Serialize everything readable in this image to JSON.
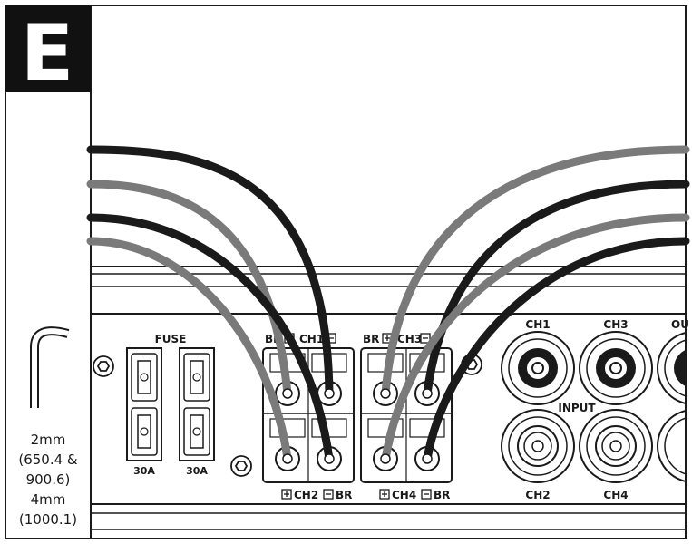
{
  "step": {
    "letter": "E"
  },
  "tool": {
    "icon": "hex-key-icon",
    "lines": [
      "2mm",
      "(650.4 &",
      "900.6)",
      "4mm",
      "(1000.1)"
    ]
  },
  "fuse": {
    "title": "FUSE",
    "ratings": [
      "30A",
      "30A"
    ]
  },
  "speaker_terminals": {
    "top_left": {
      "prefix": "BR",
      "channel": "CH1",
      "plus_icon": "plus-box-icon",
      "minus_icon": "minus-box-icon"
    },
    "top_right": {
      "prefix": "BR",
      "channel": "CH3",
      "plus_icon": "plus-box-icon",
      "minus_icon": "minus-box-icon"
    },
    "bottom_left": {
      "channel": "CH2",
      "suffix": "BR"
    },
    "bottom_right": {
      "channel": "CH4",
      "suffix": "BR"
    }
  },
  "input": {
    "title": "INPUT",
    "top_labels": [
      "CH1",
      "CH3",
      "OU"
    ],
    "bottom_labels": [
      "CH2",
      "CH4"
    ]
  },
  "colors": {
    "black_wire": "#1a1a1a",
    "gray_wire": "#7a7a7a",
    "outline": "#1a1a1a",
    "background": "#ffffff"
  }
}
